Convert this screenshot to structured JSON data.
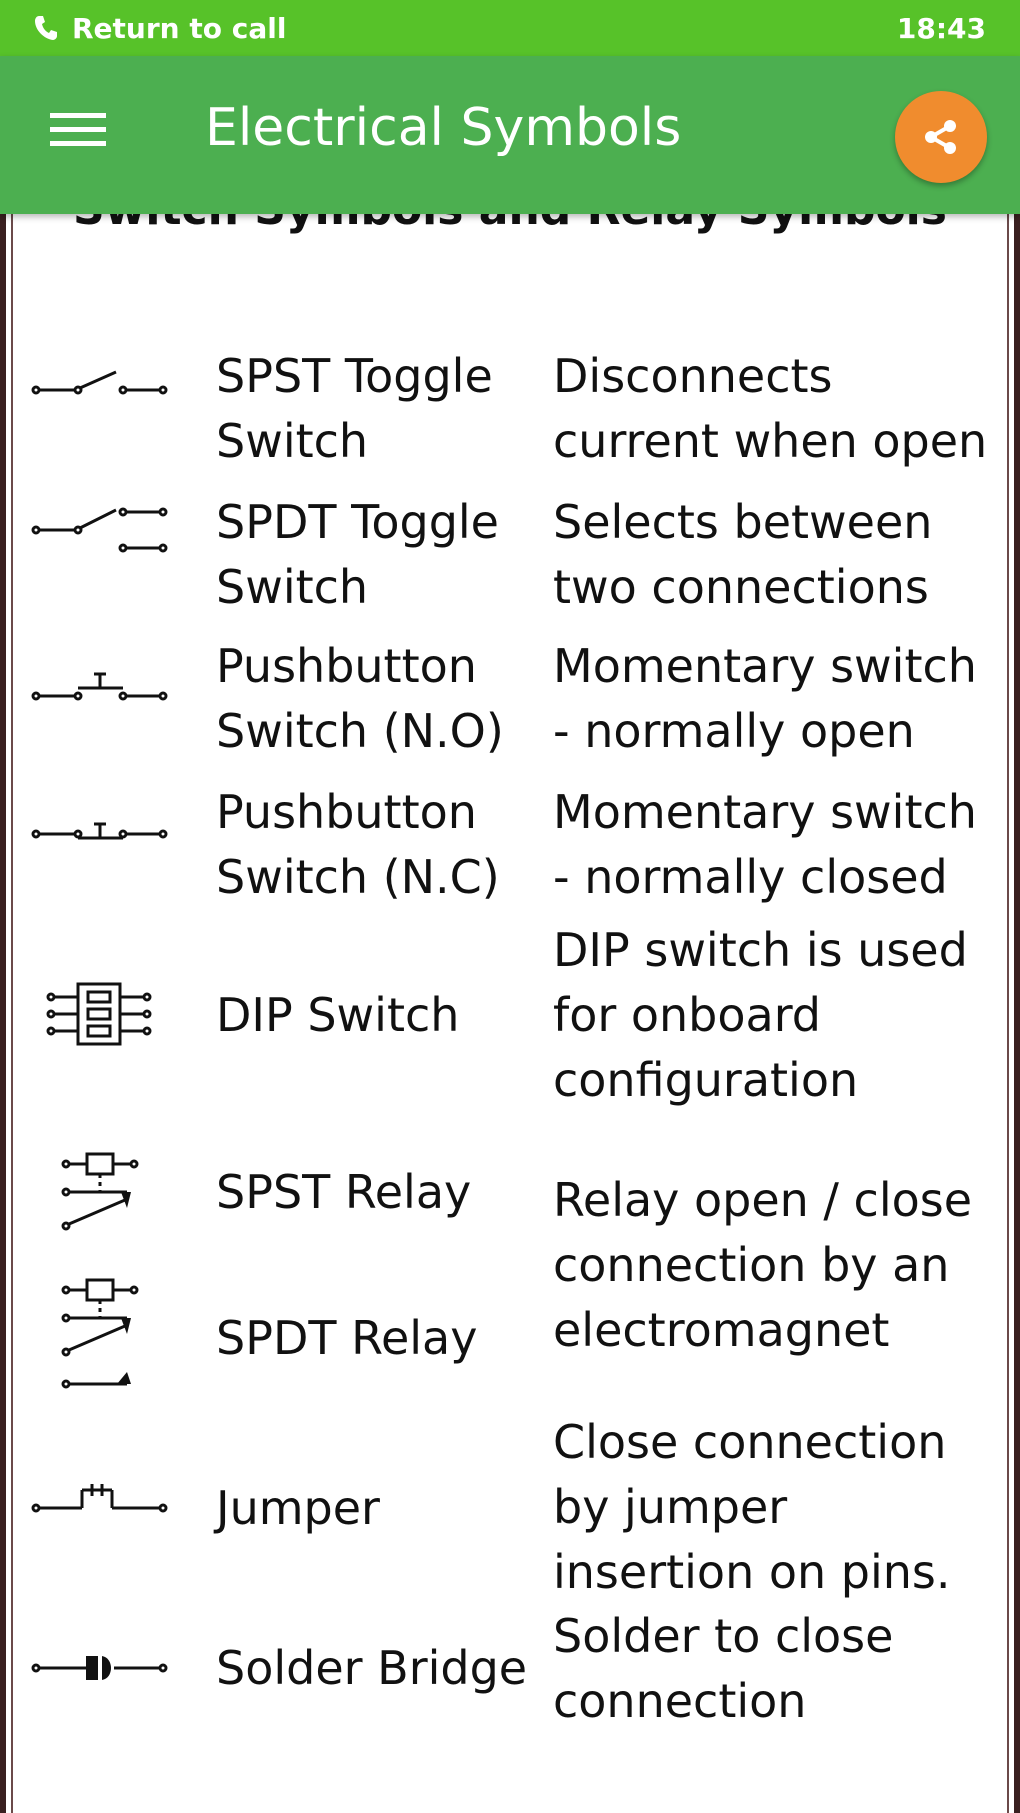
{
  "status_bar": {
    "call_text": "Return to call",
    "time": "18:43"
  },
  "app_bar": {
    "title": "Electrical Symbols"
  },
  "section": {
    "heading": "Switch Symbols and Relay Symbols"
  },
  "rows": [
    {
      "symbol_icon": "spst-toggle-switch-icon",
      "name": "SPST Toggle\nSwitch",
      "description": "Disconnects\ncurrent when open"
    },
    {
      "symbol_icon": "spdt-toggle-switch-icon",
      "name": "SPDT Toggle\nSwitch",
      "description": "Selects between\ntwo connections"
    },
    {
      "symbol_icon": "pushbutton-no-icon",
      "name": "Pushbutton\nSwitch (N.O)",
      "description": "Momentary switch\n- normally open"
    },
    {
      "symbol_icon": "pushbutton-nc-icon",
      "name": "Pushbutton\nSwitch (N.C)",
      "description": "Momentary switch\n- normally closed"
    },
    {
      "symbol_icon": "dip-switch-icon",
      "name": "DIP Switch",
      "description": "DIP switch is used\nfor onboard\nconfiguration"
    },
    {
      "symbol_icon": "spst-relay-icon",
      "name": "SPST Relay",
      "description": ""
    },
    {
      "symbol_icon": "spdt-relay-icon",
      "name": "SPDT Relay",
      "description": ""
    },
    {
      "symbol_icon": "jumper-icon",
      "name": "Jumper",
      "description": "Close connection\nby jumper\ninsertion on pins."
    },
    {
      "symbol_icon": "solder-bridge-icon",
      "name": "Solder Bridge",
      "description": "Solder to close\nconnection"
    }
  ],
  "relay_description": "Relay open / close\nconnection by an\nelectromagnet"
}
